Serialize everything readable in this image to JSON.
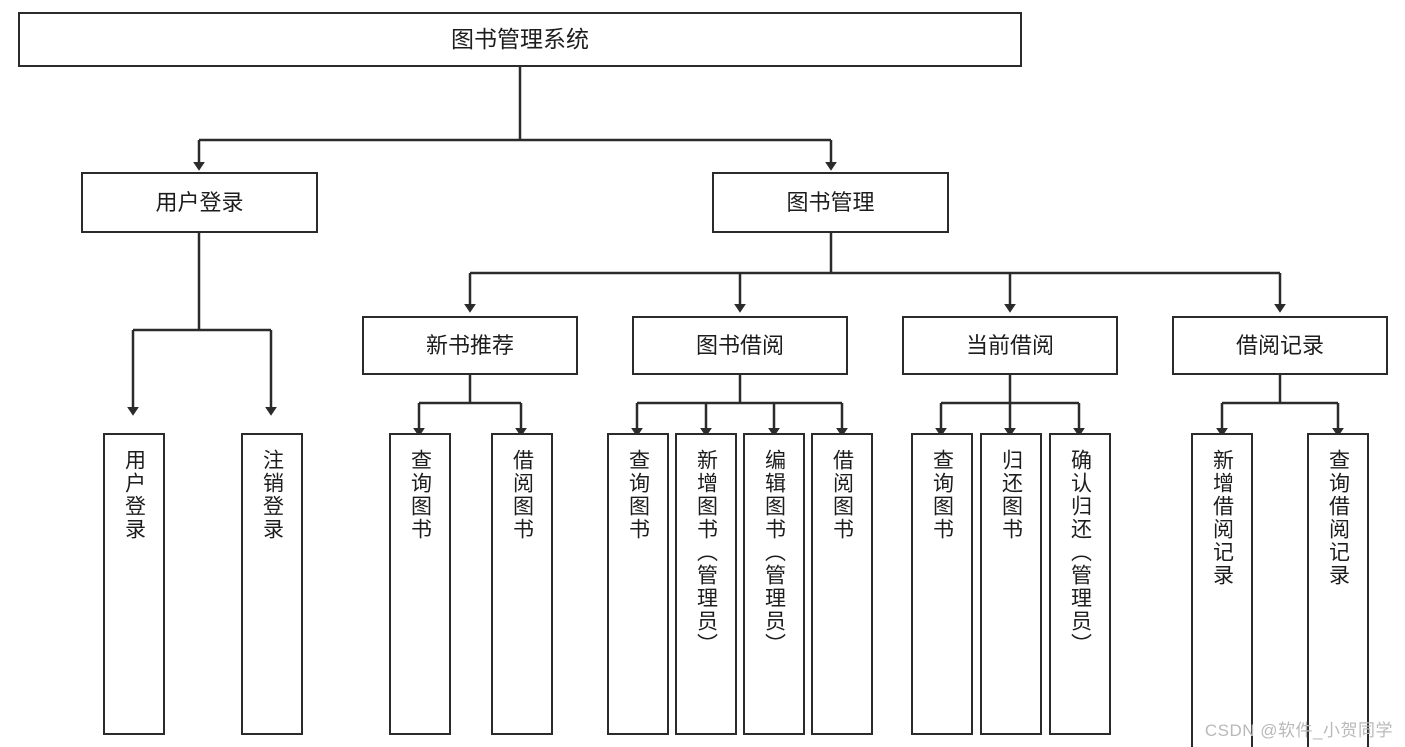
{
  "diagram": {
    "type": "hierarchy-tree",
    "title": "图书管理系统",
    "watermark": "CSDN @软件_小贺同学",
    "colors": {
      "stroke": "#2b2b2b",
      "fill": "#ffffff",
      "text": "#1d1d1d",
      "watermark": "#b9b9b9"
    },
    "root": {
      "label": "图书管理系统",
      "level": 1
    },
    "level2": [
      {
        "label": "用户登录"
      },
      {
        "label": "图书管理"
      }
    ],
    "level3": [
      {
        "label": "新书推荐"
      },
      {
        "label": "图书借阅"
      },
      {
        "label": "当前借阅"
      },
      {
        "label": "借阅记录"
      }
    ],
    "leaves": {
      "user_login": [
        {
          "label": "用户登录"
        },
        {
          "label": "注销登录"
        }
      ],
      "new_book_recommend": [
        {
          "label": "查询图书"
        },
        {
          "label": "借阅图书"
        }
      ],
      "book_borrow": [
        {
          "label": "查询图书"
        },
        {
          "label": "新增图书（管理员）"
        },
        {
          "label": "编辑图书（管理员）"
        },
        {
          "label": "借阅图书"
        }
      ],
      "current_borrow": [
        {
          "label": "查询图书"
        },
        {
          "label": "归还图书"
        },
        {
          "label": "确认归还（管理员）"
        }
      ],
      "borrow_record": [
        {
          "label": "新增借阅记录"
        },
        {
          "label": "查询借阅记录"
        }
      ]
    }
  }
}
